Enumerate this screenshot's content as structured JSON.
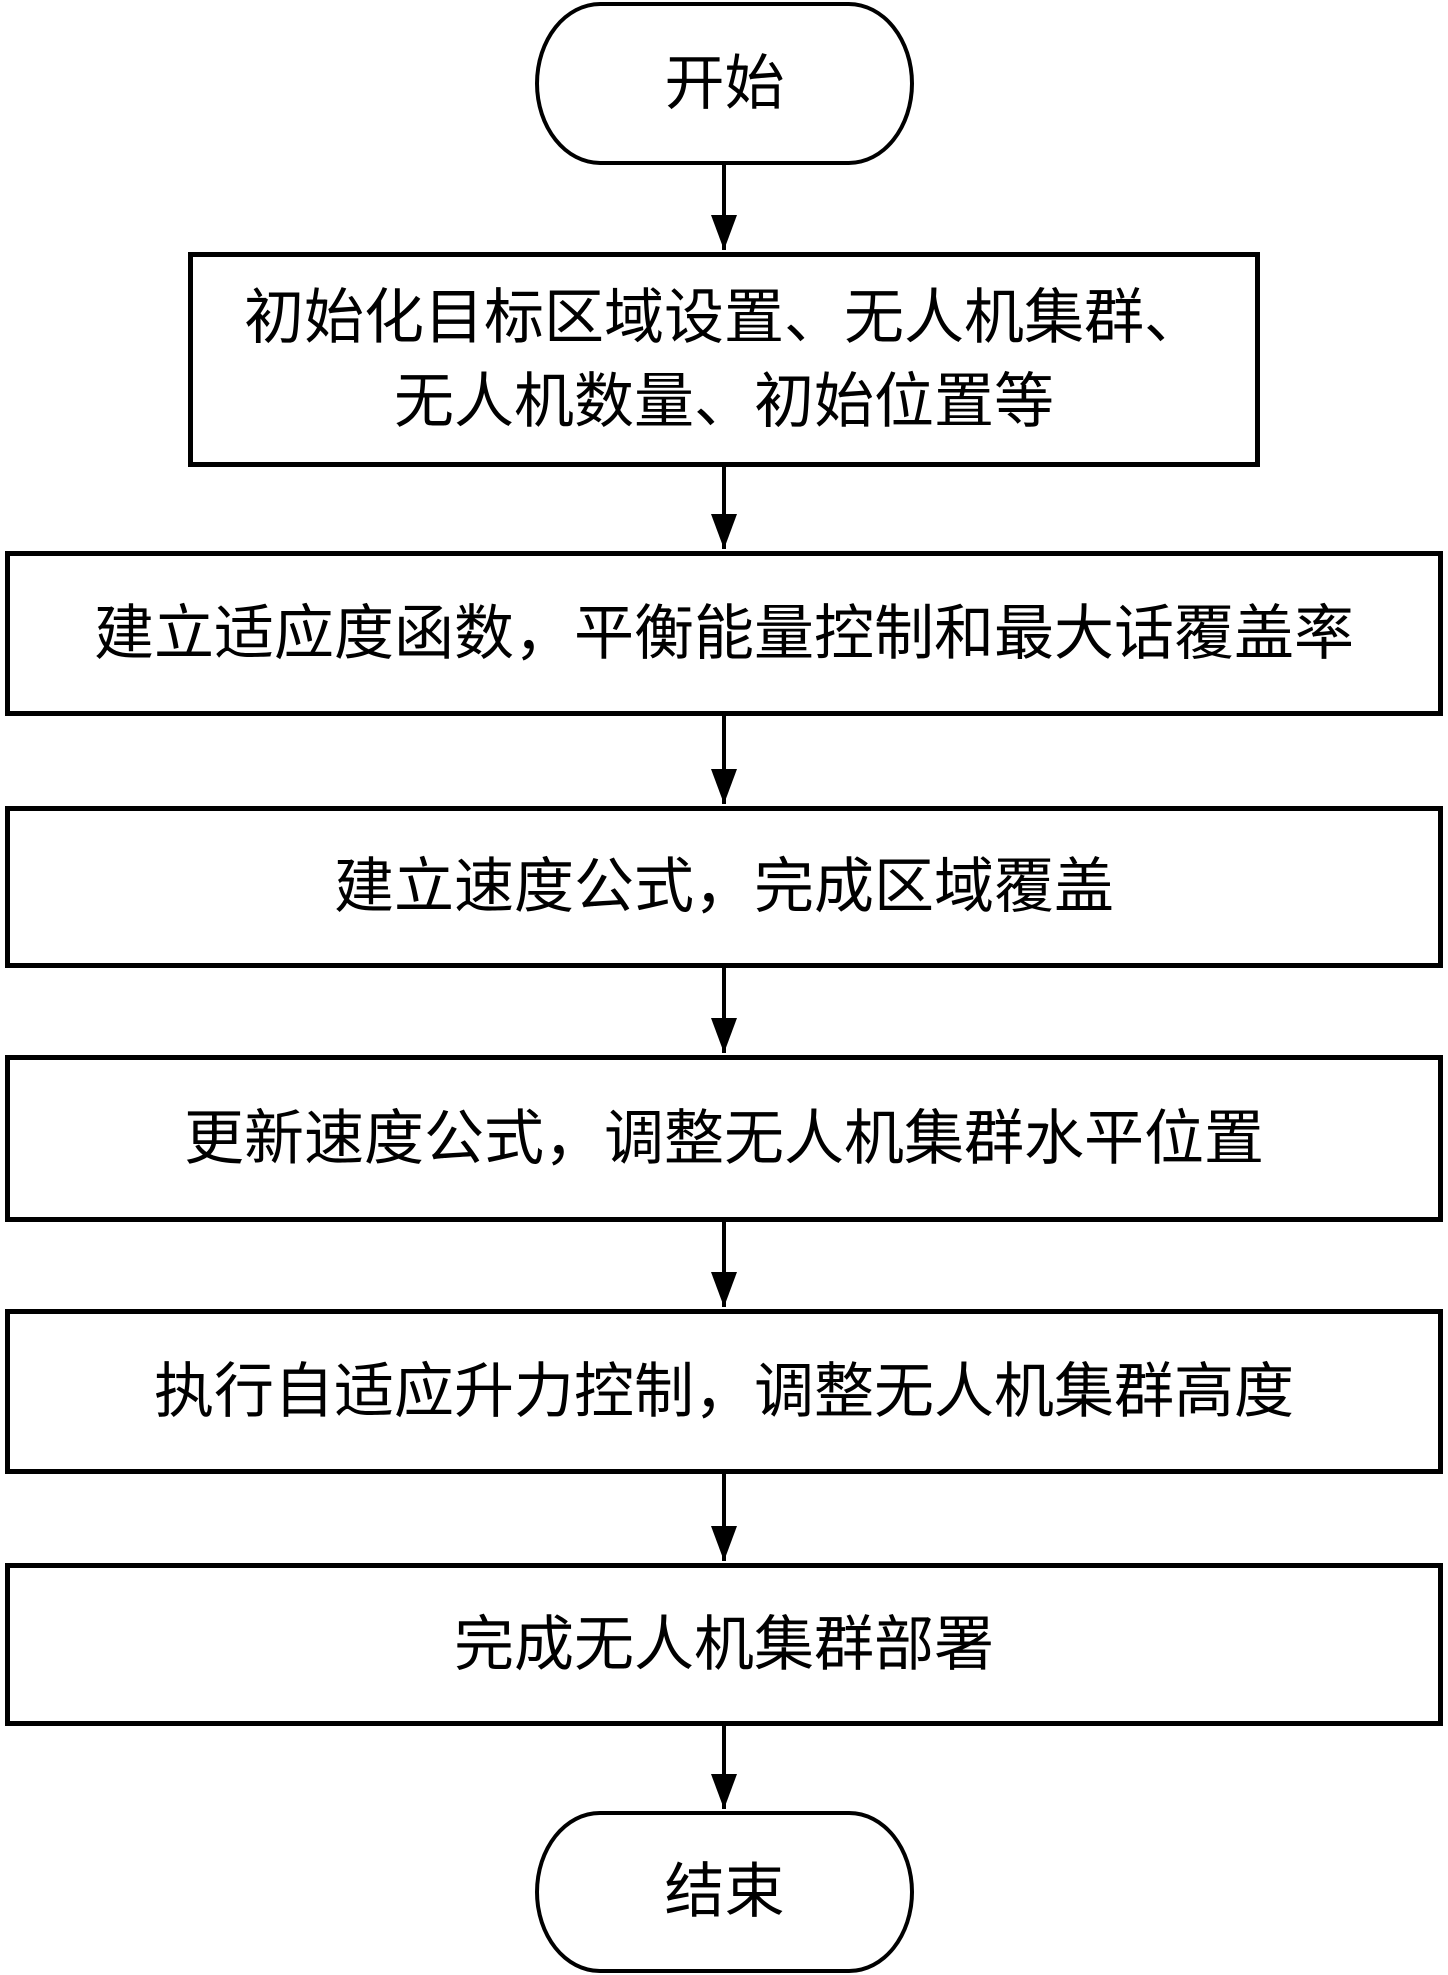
{
  "flowchart": {
    "start": "开始",
    "steps": [
      {
        "line1": "初始化目标区域设置、无人机集群、",
        "line2": "无人机数量、初始位置等"
      },
      {
        "line1": "建立适应度函数，平衡能量控制和最大话覆盖率"
      },
      {
        "line1": "建立速度公式，完成区域覆盖"
      },
      {
        "line1": "更新速度公式，调整无人机集群水平位置"
      },
      {
        "line1": "执行自适应升力控制，调整无人机集群高度"
      },
      {
        "line1": "完成无人机集群部署"
      }
    ],
    "end": "结束"
  }
}
